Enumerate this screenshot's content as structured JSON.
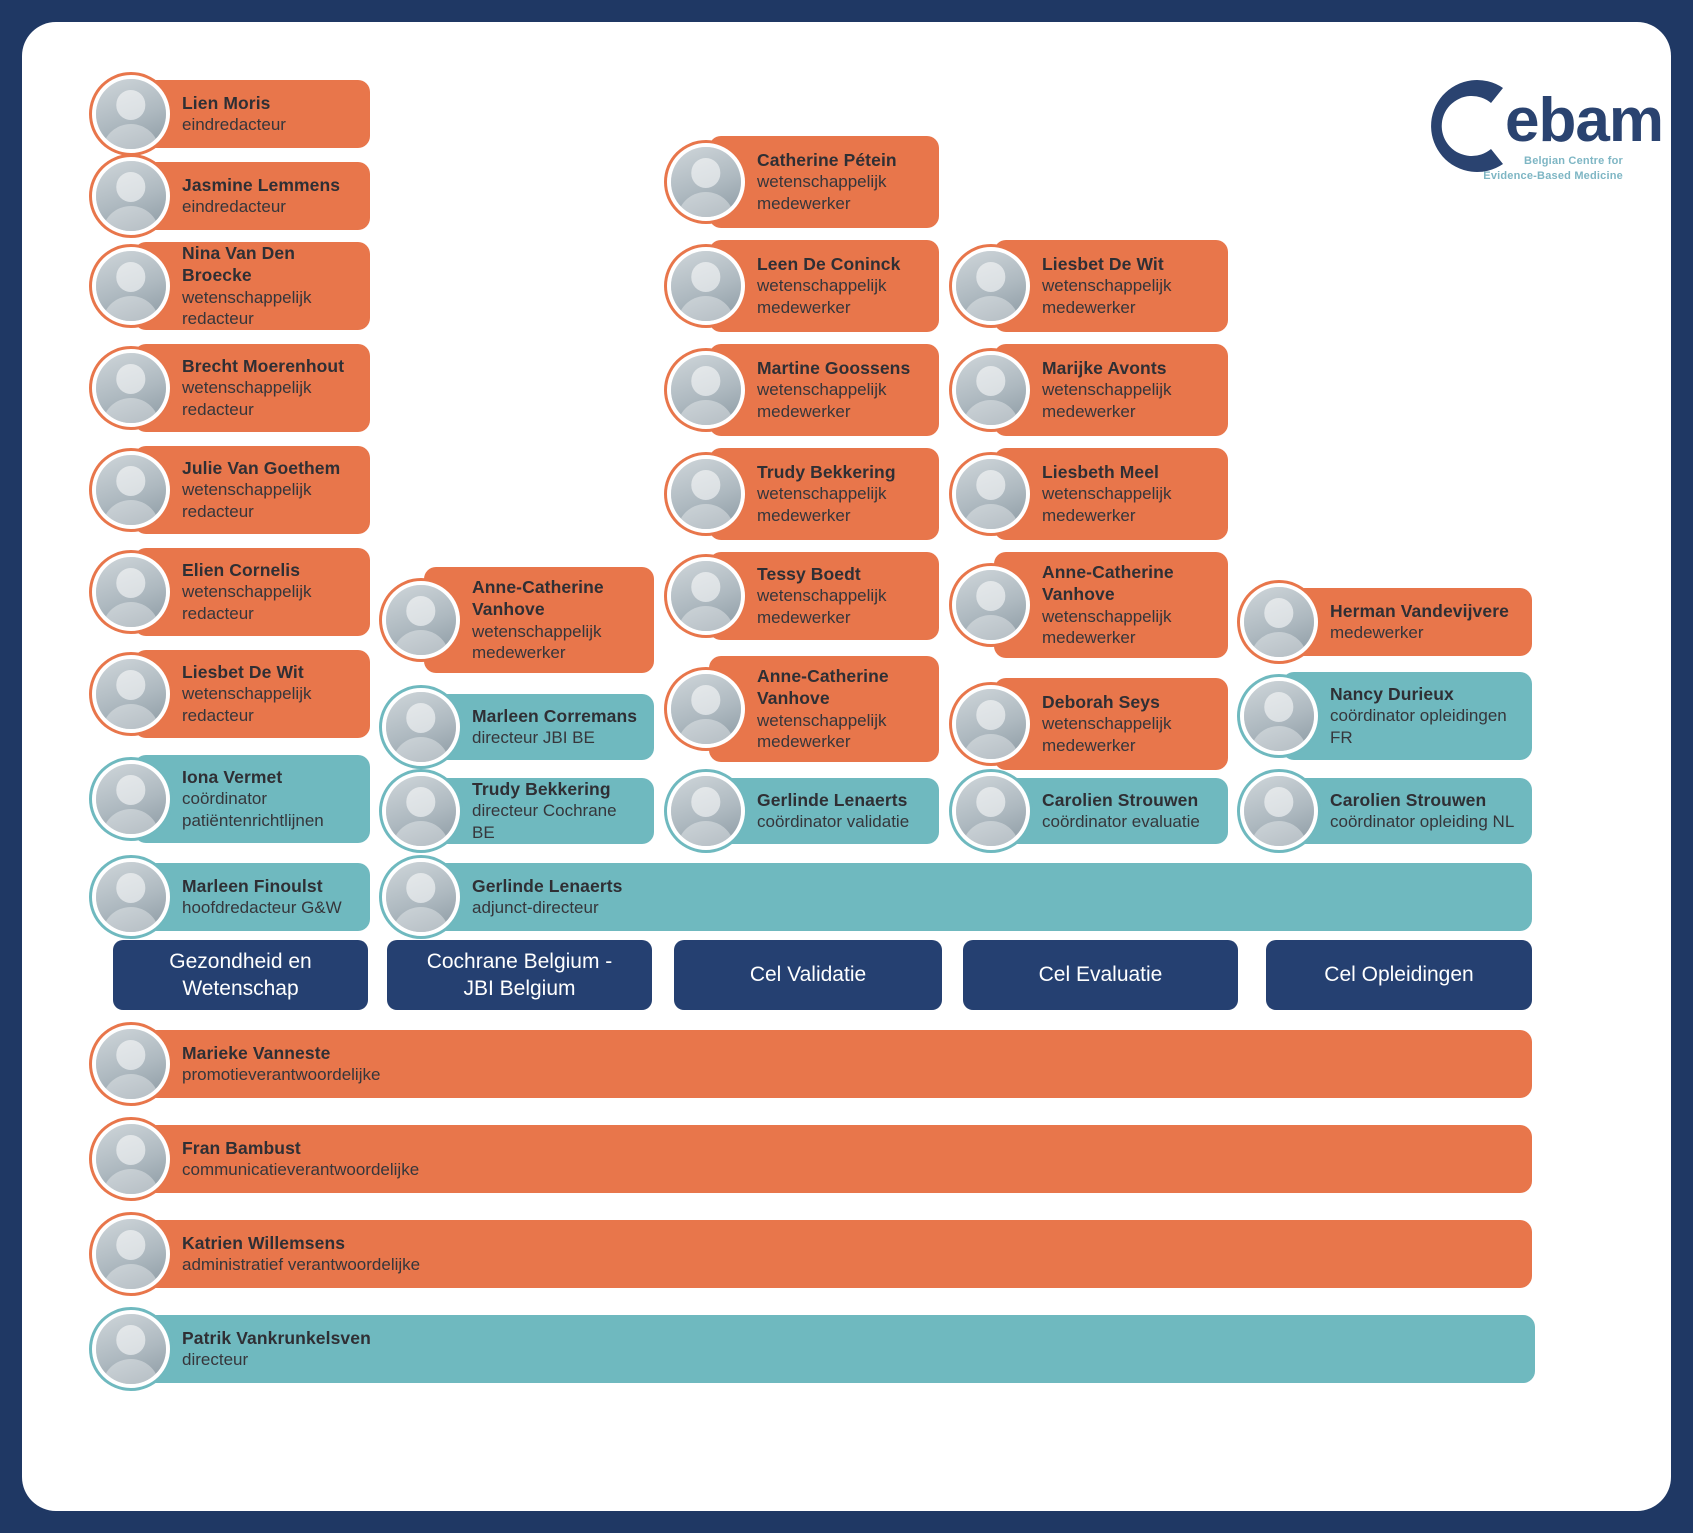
{
  "logo": {
    "wordmark": "ebam",
    "tagline": "Belgian Centre for\nEvidence-Based Medicine",
    "mark_color": "#2a4370",
    "tagline_color": "#7eb6c4"
  },
  "colors": {
    "orange": "#e8764b",
    "teal": "#6fb9bf",
    "navy": "#254071",
    "frame": "#1f3864",
    "text": "#2f2f34"
  },
  "units": [
    {
      "label": "Gezondheid en\nWetenschap"
    },
    {
      "label": "Cochrane Belgium -\nJBI Belgium"
    },
    {
      "label": "Cel Validatie"
    },
    {
      "label": "Cel Evaluatie"
    },
    {
      "label": "Cel Opleidingen"
    }
  ],
  "columns": {
    "gezondheid_en_wetenschap": [
      {
        "name": "Lien Moris",
        "role": "eindredacteur",
        "tone": "orange"
      },
      {
        "name": "Jasmine Lemmens",
        "role": "eindredacteur",
        "tone": "orange"
      },
      {
        "name": "Nina Van Den Broecke",
        "role": "wetenschappelijk\nredacteur",
        "tone": "orange"
      },
      {
        "name": "Brecht Moerenhout",
        "role": "wetenschappelijk\nredacteur",
        "tone": "orange"
      },
      {
        "name": "Julie Van Goethem",
        "role": "wetenschappelijk\nredacteur",
        "tone": "orange"
      },
      {
        "name": "Elien Cornelis",
        "role": "wetenschappelijk\nredacteur",
        "tone": "orange"
      },
      {
        "name": "Liesbet De Wit",
        "role": "wetenschappelijk\nredacteur",
        "tone": "orange"
      },
      {
        "name": "Iona Vermet",
        "role": "coördinator\npatiëntenrichtlijnen",
        "tone": "teal"
      },
      {
        "name": "Marleen Finoulst",
        "role": "hoofdredacteur G&W",
        "tone": "teal"
      }
    ],
    "cochrane_jbi": [
      {
        "name": "Anne-Catherine\nVanhove",
        "role": "wetenschappelijk\nmedewerker",
        "tone": "orange"
      },
      {
        "name": "Marleen Corremans",
        "role": "directeur JBI BE",
        "tone": "teal"
      },
      {
        "name": "Trudy Bekkering",
        "role": "directeur Cochrane BE",
        "tone": "teal"
      },
      {
        "name": "Gerlinde Lenaerts",
        "role": "adjunct-directeur",
        "tone": "teal"
      }
    ],
    "cel_validatie": [
      {
        "name": "Catherine Pétein",
        "role": "wetenschappelijk\nmedewerker",
        "tone": "orange"
      },
      {
        "name": "Leen De Coninck",
        "role": "wetenschappelijk\nmedewerker",
        "tone": "orange"
      },
      {
        "name": "Martine Goossens",
        "role": "wetenschappelijk\nmedewerker",
        "tone": "orange"
      },
      {
        "name": "Trudy Bekkering",
        "role": "wetenschappelijk\nmedewerker",
        "tone": "orange"
      },
      {
        "name": "Tessy Boedt",
        "role": "wetenschappelijk\nmedewerker",
        "tone": "orange"
      },
      {
        "name": "Anne-Catherine\nVanhove",
        "role": "wetenschappelijk\nmedewerker",
        "tone": "orange"
      },
      {
        "name": "Gerlinde Lenaerts",
        "role": "coördinator validatie",
        "tone": "teal"
      }
    ],
    "cel_evaluatie": [
      {
        "name": "Liesbet De Wit",
        "role": "wetenschappelijk\nmedewerker",
        "tone": "orange"
      },
      {
        "name": "Marijke Avonts",
        "role": "wetenschappelijk\nmedewerker",
        "tone": "orange"
      },
      {
        "name": "Liesbeth Meel",
        "role": "wetenschappelijk\nmedewerker",
        "tone": "orange"
      },
      {
        "name": "Anne-Catherine\nVanhove",
        "role": "wetenschappelijk\nmedewerker",
        "tone": "orange"
      },
      {
        "name": "Deborah Seys",
        "role": "wetenschappelijk\nmedewerker",
        "tone": "orange"
      },
      {
        "name": "Carolien Strouwen",
        "role": "coördinator evaluatie",
        "tone": "teal"
      }
    ],
    "cel_opleidingen": [
      {
        "name": "Herman Vandevijvere",
        "role": "medewerker",
        "tone": "orange"
      },
      {
        "name": "Nancy Durieux",
        "role": "coördinator opleidingen\nFR",
        "tone": "teal"
      },
      {
        "name": "Carolien Strouwen",
        "role": "coördinator opleiding NL",
        "tone": "teal"
      }
    ]
  },
  "support_rows": [
    {
      "name": "Marieke Vanneste",
      "role": "promotieverantwoordelijke",
      "tone": "orange"
    },
    {
      "name": "Fran Bambust",
      "role": "communicatieverantwoordelijke",
      "tone": "orange"
    },
    {
      "name": "Katrien Willemsens",
      "role": "administratief verantwoordelijke",
      "tone": "orange"
    }
  ],
  "director_row": {
    "name": "Patrik Vankrunkelsven",
    "role": "directeur",
    "tone": "teal"
  }
}
